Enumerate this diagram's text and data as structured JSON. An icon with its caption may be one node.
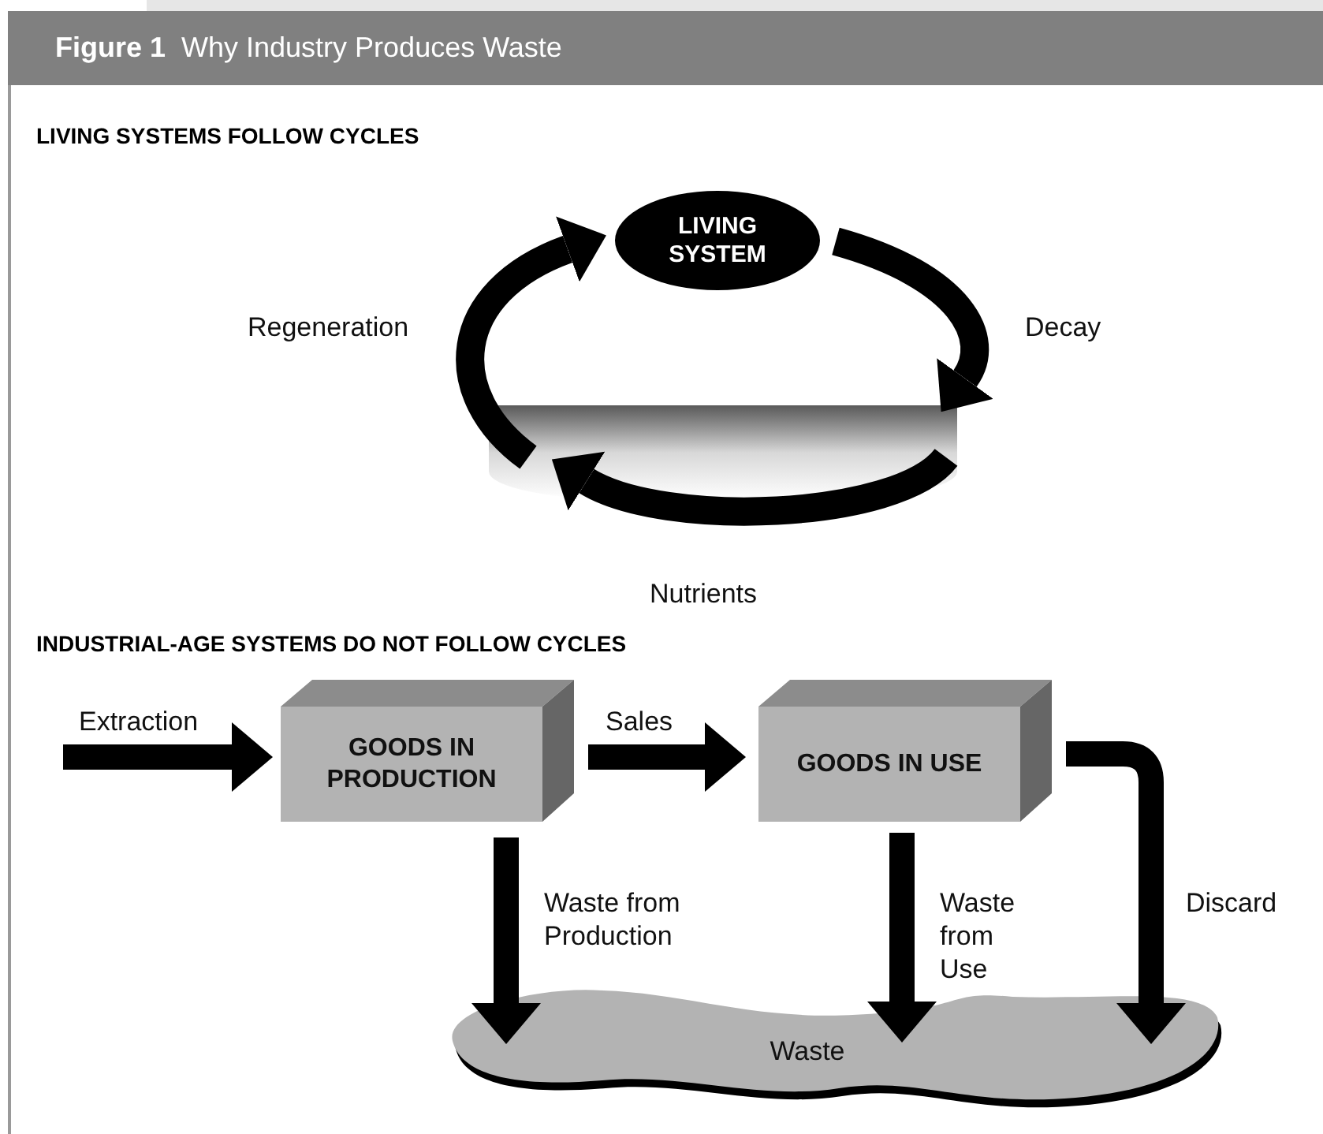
{
  "diagram": {
    "title": "**Figure 1**  Why Industry Produces Waste",
    "nodes": [
      {
        "text": [
          "LIVING SYSTEM"
        ]
      },
      {
        "text": [
          "GOODS IN PRODUCTION"
        ]
      },
      {
        "text": [
          "GOODS IN USE"
        ]
      },
      {
        "text": [
          "Waste"
        ]
      },
      {
        "text": [],
        "shape": "box"
      }
    ],
    "edges": [
      {
        "from": 4,
        "to": 0,
        "arrow": "to",
        "label": "Regeneration"
      },
      {
        "from": 0,
        "to": 4,
        "arrow": "to",
        "label": "Decay"
      },
      {
        "from": 4,
        "to": 4,
        "arrow": "to",
        "label": "Nutrients"
      },
      {
        "from": null,
        "to": 1,
        "arrow": "to",
        "label": "Extraction"
      },
      {
        "from": 1,
        "to": 2,
        "arrow": "to",
        "label": "Sales"
      },
      {
        "from": 1,
        "to": 3,
        "arrow": "to",
        "label": "Waste from Production"
      },
      {
        "from": 2,
        "to": 3,
        "arrow": "to",
        "label": "Waste from Use"
      },
      {
        "from": 2,
        "to": 3,
        "arrow": "to",
        "label": "Discard"
      }
    ],
    "labels": [
      "LIVING SYSTEMS FOLLOW CYCLES",
      "INDUSTRIAL-AGE SYSTEMS DO NOT FOLLOW CYCLES"
    ]
  }
}
